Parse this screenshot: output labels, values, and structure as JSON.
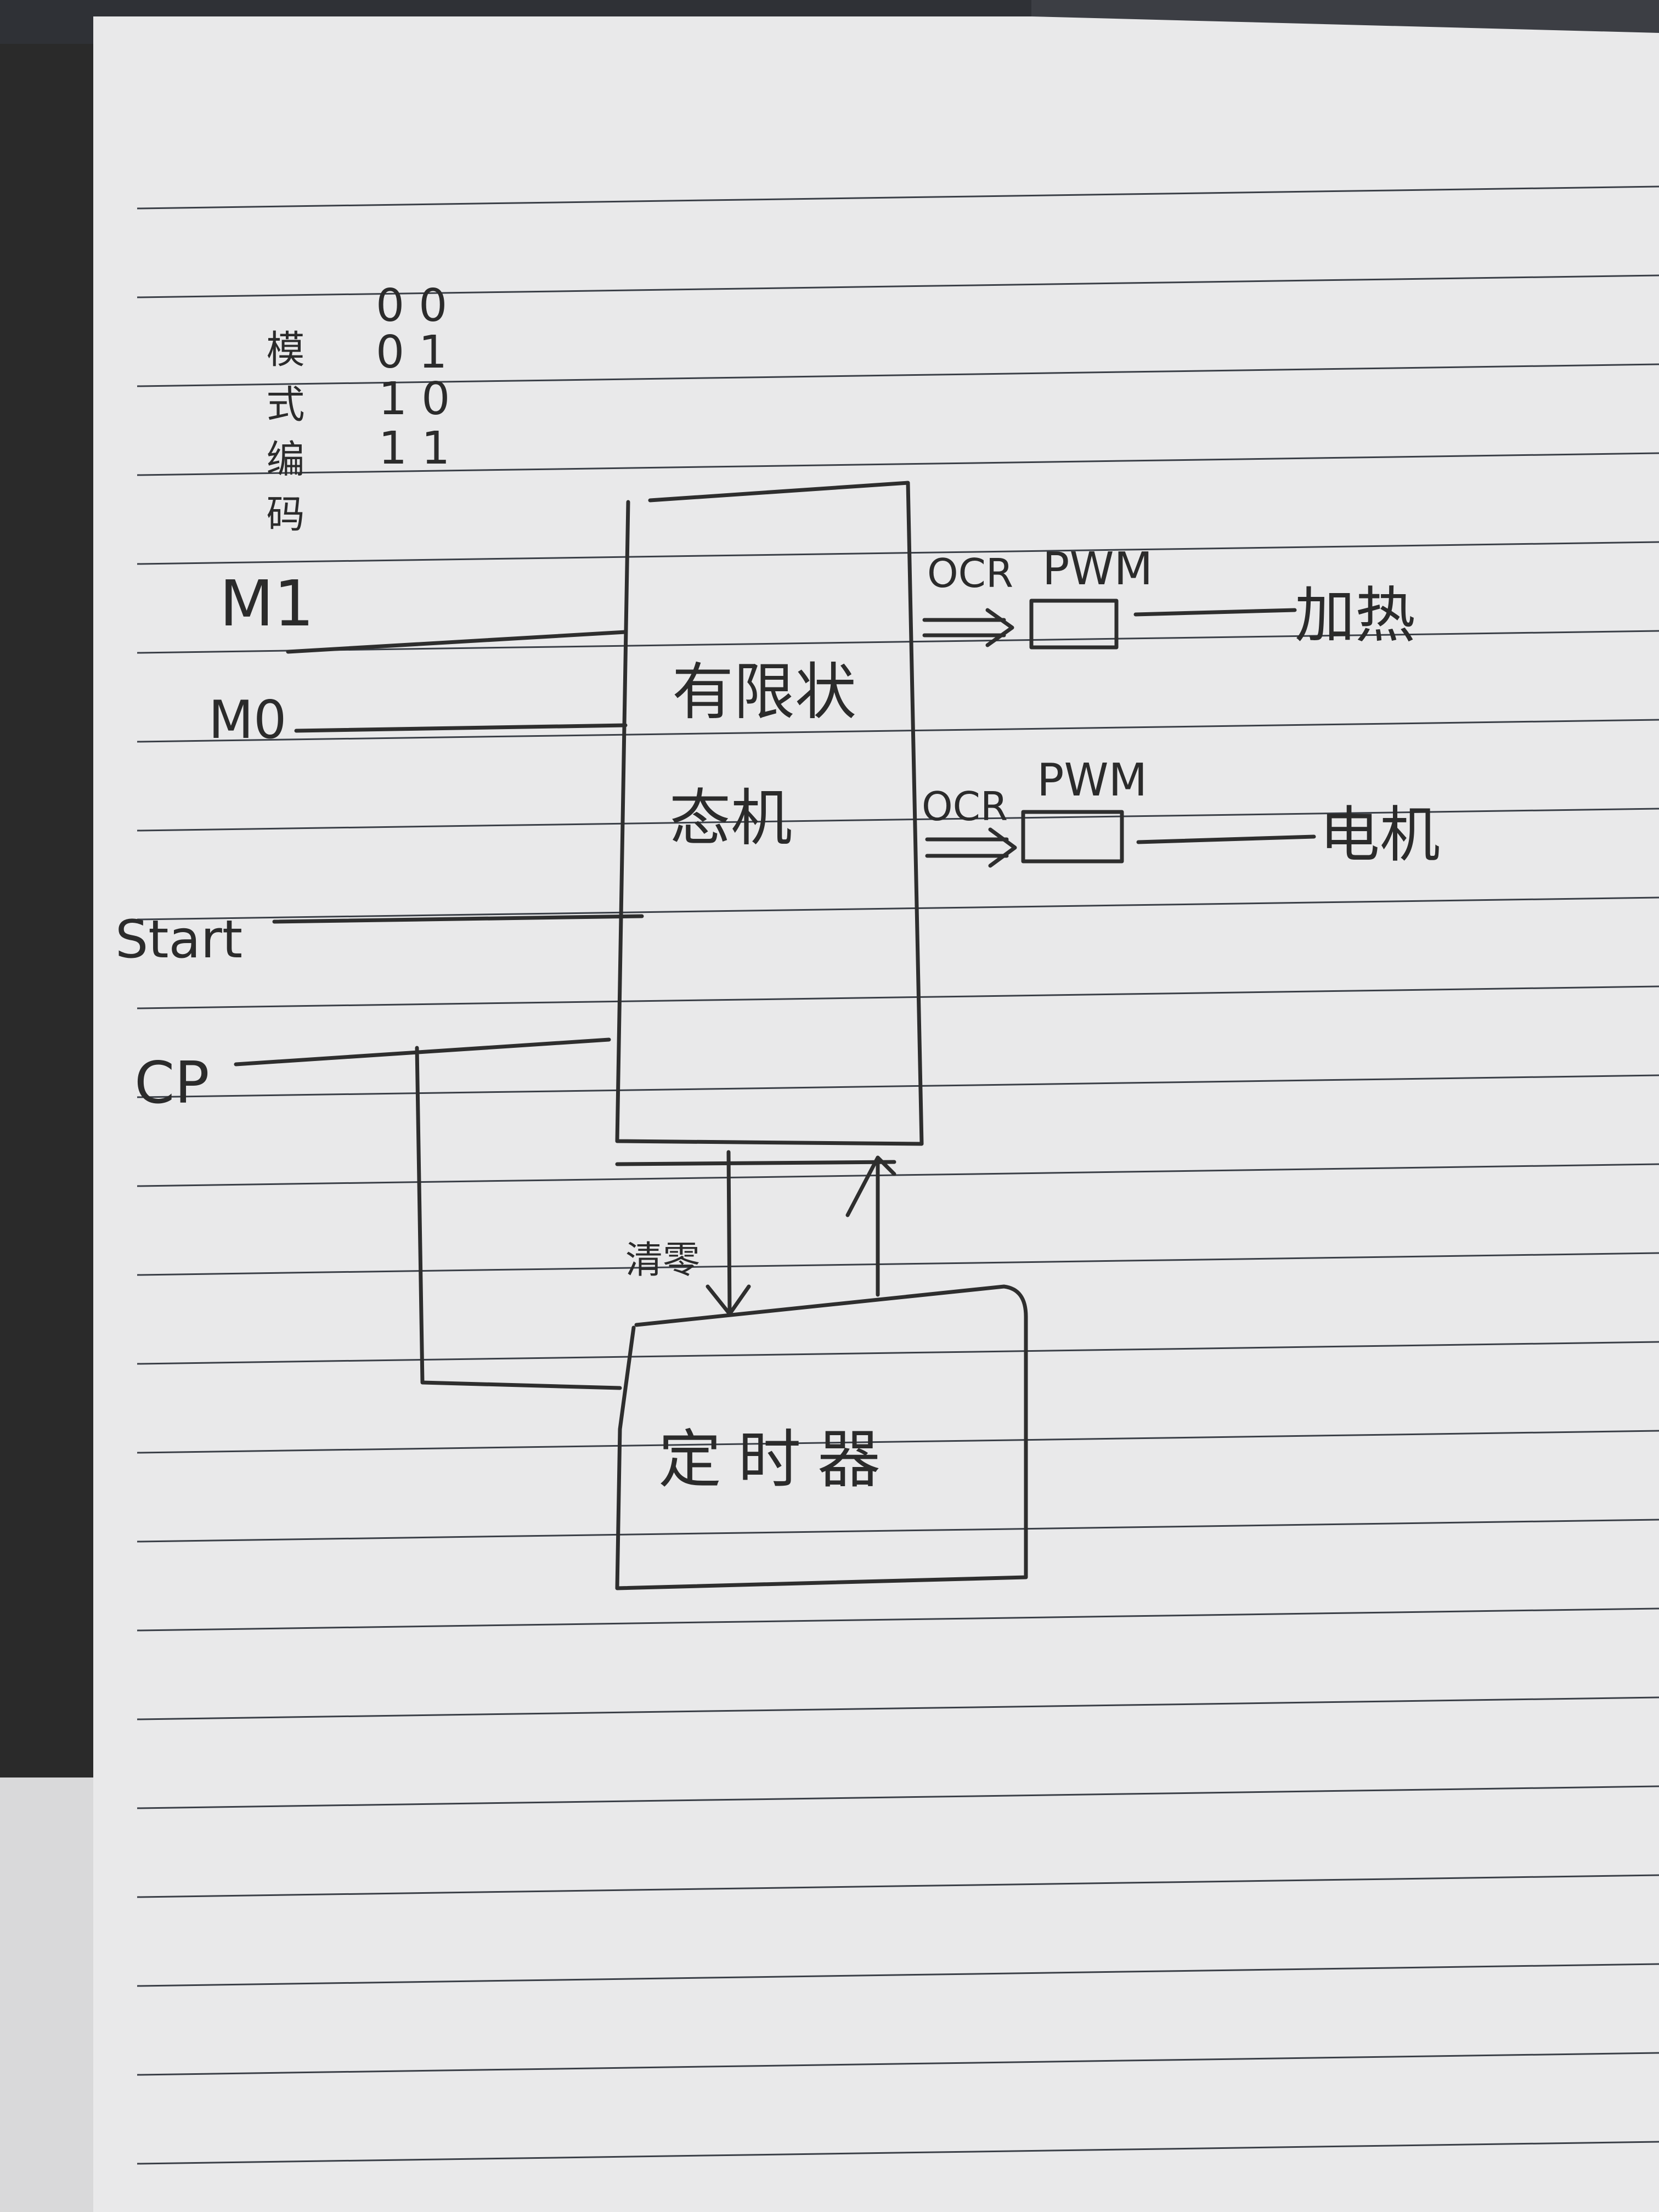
{
  "mode_table": {
    "label": "模式编码",
    "codes": [
      "00",
      "01",
      "10",
      "11"
    ]
  },
  "inputs": {
    "m1": "M1",
    "m0": "M0",
    "start": "Start",
    "cp": "CP"
  },
  "fsm": {
    "line1": "有限状",
    "line2": "态机"
  },
  "outputs": [
    {
      "ocr": "OCR",
      "pwm": "PWM",
      "target": "加热"
    },
    {
      "ocr": "OCR",
      "pwm": "PWM",
      "target": "电机"
    }
  ],
  "timer": {
    "label": "定时器",
    "clear_label": "清零"
  },
  "colors": {
    "paper": "#e9e9ea",
    "ink": "#2e2e2e",
    "rule": "#3a3f47"
  }
}
